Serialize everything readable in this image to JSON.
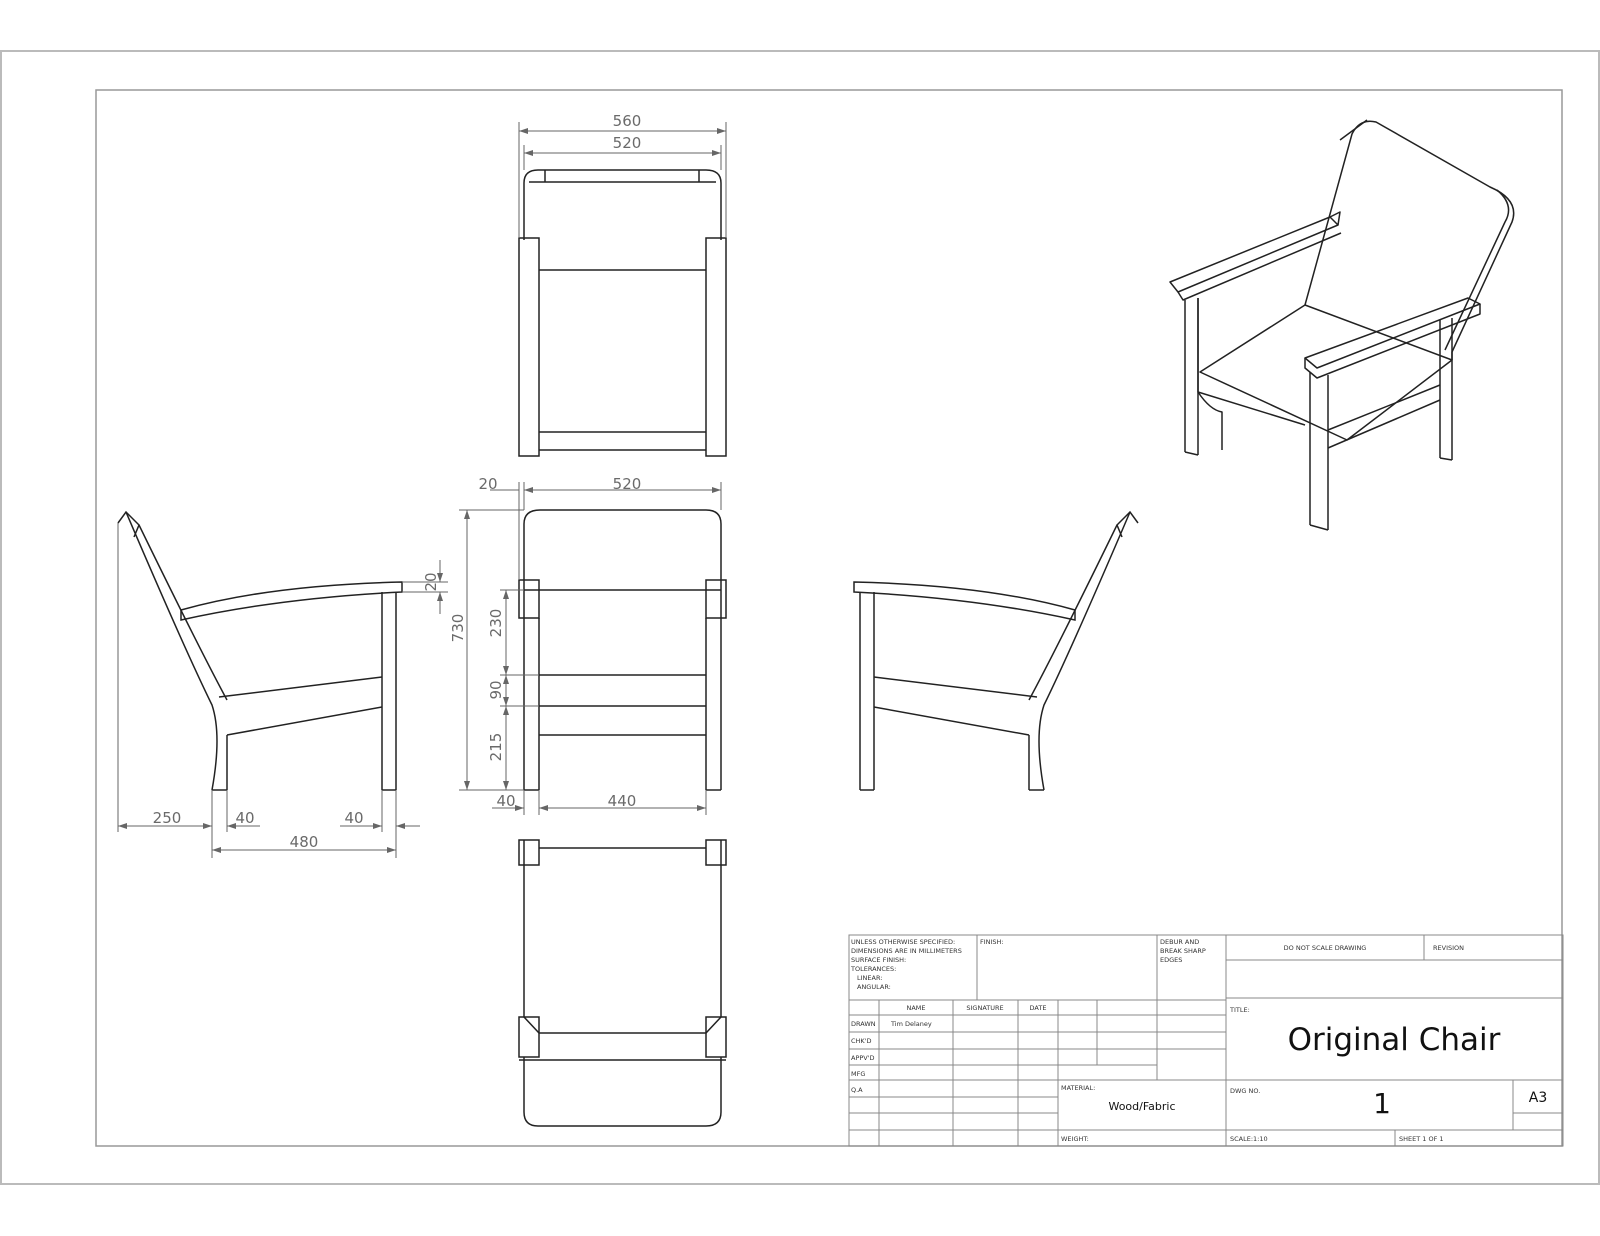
{
  "drawing": {
    "dimensions": {
      "top_overall_width": "560",
      "top_inner_width": "520",
      "front_offset": "20",
      "front_width": "520",
      "front_height": "730",
      "front_armrest": "230",
      "front_seat_gap": "90",
      "front_lower": "215",
      "front_leg": "40",
      "front_inner": "440",
      "side_arm_thickness": "20",
      "side_back_offset": "250",
      "side_leg_left": "40",
      "side_leg_right": "40",
      "side_depth": "480"
    }
  },
  "title_block": {
    "notes": {
      "line1": "UNLESS OTHERWISE SPECIFIED:",
      "line2": "DIMENSIONS ARE IN MILLIMETERS",
      "line3": "SURFACE FINISH:",
      "line4": "TOLERANCES:",
      "line5": "LINEAR:",
      "line6": "ANGULAR:"
    },
    "finish_label": "FINISH:",
    "debur": {
      "line1": "DEBUR AND",
      "line2": "BREAK SHARP",
      "line3": "EDGES"
    },
    "do_not_scale": "DO NOT SCALE DRAWING",
    "revision_label": "REVISION",
    "headers": {
      "name": "NAME",
      "signature": "SIGNATURE",
      "date": "DATE"
    },
    "rows": {
      "drawn": "DRAWN",
      "drawn_name": "Tim Delaney",
      "chkd": "CHK'D",
      "appvd": "APPV'D",
      "mfg": "MFG",
      "qa": "Q.A"
    },
    "material_label": "MATERIAL:",
    "material_value": "Wood/Fabric",
    "weight_label": "WEIGHT:",
    "title_label": "TITLE:",
    "title_value": "Original Chair",
    "dwg_no_label": "DWG NO.",
    "dwg_no_value": "1",
    "size": "A3",
    "scale": "SCALE:1:10",
    "sheet": "SHEET 1 OF 1"
  }
}
